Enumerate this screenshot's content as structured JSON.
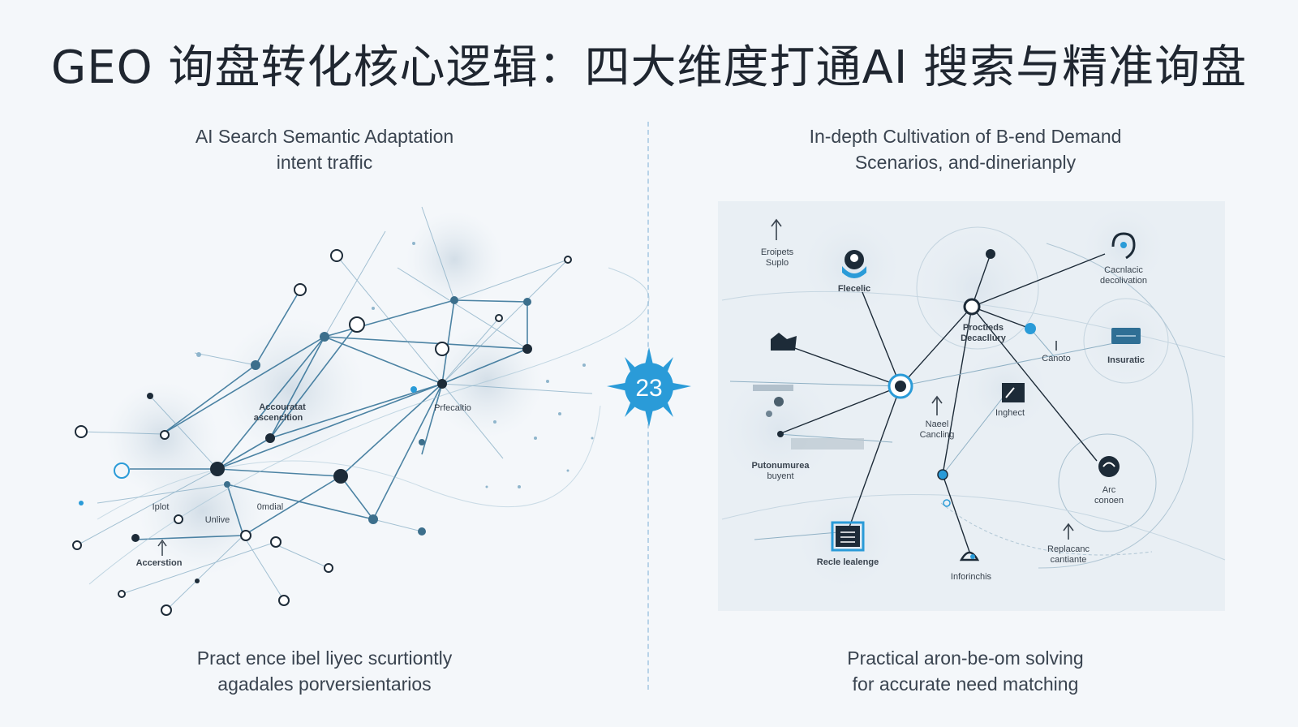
{
  "title": "GEO 询盘转化核心逻辑：四大维度打通AI 搜索与精准询盘",
  "left": {
    "top_line1": "AI Search Semantic Adaptation",
    "top_line2": "intent traffic",
    "bottom_line1": "Pract ence ibel liyec scurtiontly",
    "bottom_line2": "agadales porversientarios",
    "labels": {
      "accuracy": "Accouratat",
      "ascendion": "ascencltion",
      "predict": "Prfecaltio",
      "unlive": "Unlive",
      "omdial": "0mdial",
      "iplot": "Iplot",
      "accerstion": "Accerstion"
    }
  },
  "center_badge": "23",
  "right": {
    "top_line1": "In-depth Cultivation of B-end Demand",
    "top_line2": "Scenarios, and-dinerianply",
    "bottom_line1": "Practical aron-be-om solving",
    "bottom_line2": "for accurate need matching",
    "labels": {
      "eropets": "Eroipets",
      "suplo": "Suplo",
      "flecelic": "Flecelic",
      "proctleds": "Proctleds",
      "decacllury": "Decacllury",
      "cacnlacic": "Cacnlacic",
      "decolivation": "decolivation",
      "canoto": "Canoto",
      "insuratic": "Insuratic",
      "naeel": "Naeel",
      "canling": "Cancling",
      "inghect": "Inghect",
      "putonumurea": "Putonumurea",
      "buyent": "buyent",
      "arc": "Arc",
      "conoen": "conoen",
      "recle": "Recle lealenge",
      "replacanc": "Replacanc",
      "cantiante": "cantiante",
      "inforinchis": "Inforinchis"
    }
  },
  "colors": {
    "accent": "#2a9bd8",
    "node_dark": "#1d2b38",
    "line": "#2f6f95",
    "halo": "#d9e4ec"
  }
}
